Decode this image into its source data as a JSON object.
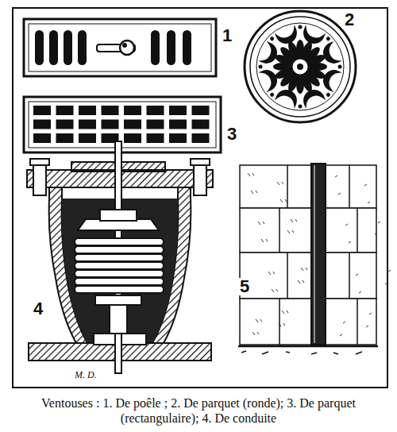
{
  "diagram": {
    "caption": "Ventouses : 1. De poêle ; 2. De parquet (ronde); 3. De parquet (rectangulaire); 4. De conduite",
    "labels": [
      "1",
      "2",
      "3",
      "4",
      "5",
      "M. D."
    ]
  }
}
